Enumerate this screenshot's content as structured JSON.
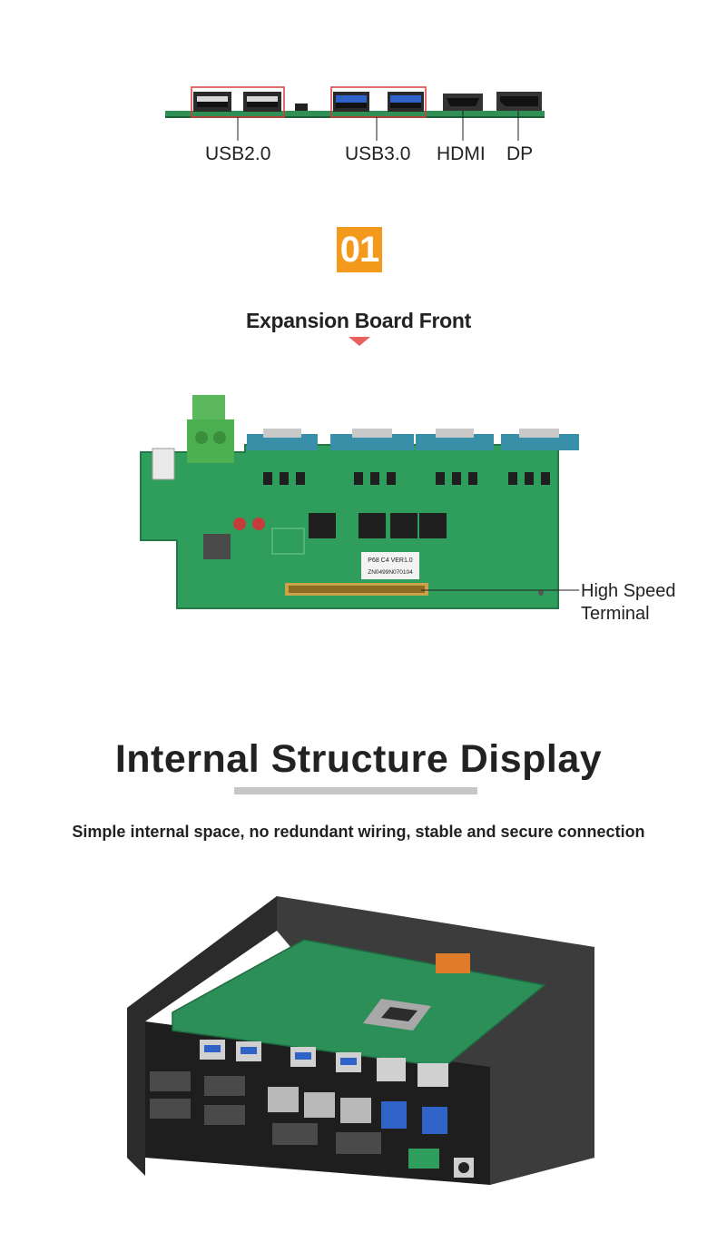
{
  "ports": {
    "usb2_label": "USB2.0",
    "usb3_label": "USB3.0",
    "hdmi_label": "HDMI",
    "dp_label": "DP"
  },
  "section_number": "01",
  "expansion": {
    "title": "Expansion Board Front",
    "callout_line1": "High Speed",
    "callout_line2": "Terminal",
    "silkscreen_version": "P68 C4 VER1.0",
    "silkscreen_serial": "ZN0499N070104"
  },
  "internal": {
    "title": "Internal Structure Display",
    "subtitle": "Simple internal space, no redundant wiring, stable and secure connection"
  },
  "colors": {
    "badge": "#f39a1c",
    "arrow": "#e8615f",
    "pcb_green": "#2f9d5c",
    "highlight_box": "#d93a3a"
  }
}
